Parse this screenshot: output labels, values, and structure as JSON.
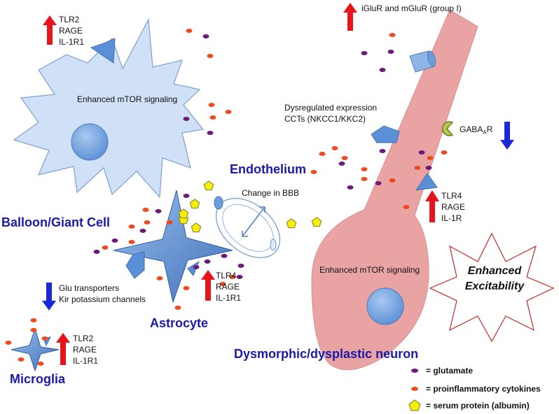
{
  "colors": {
    "glutamate": "#6b1a7a",
    "cytokine": "#ee4a1e",
    "albumin": "#f4f000",
    "cell_fill": "#cfe0f7",
    "cell_stroke": "#7da0cf",
    "neuron": "#e9a3a3",
    "title_blue": "#1a1aa6",
    "up_arrow": "#e8141b",
    "down_arrow": "#1a28d8"
  },
  "balloon_cell": {
    "markers": [
      "TLR2",
      "RAGE",
      "IL-1R1"
    ],
    "signal": "Enhanced mTOR signaling",
    "title": "Balloon/Giant Cell"
  },
  "neuron": {
    "receptors_label": "iGluR and mGluR (group I)",
    "cct_line1": "Dysregulated expression",
    "cct_line2": "CCTs (NKCC1/KKC2)",
    "gaba_main": "GABA",
    "gaba_sub": "A",
    "gaba_tail": "R",
    "markers": [
      "TLR4",
      "RAGE",
      "IL-1R"
    ],
    "signal": "Enhanced mTOR signaling",
    "title": "Dysmorphic/dysplastic neuron"
  },
  "endothelium": {
    "title": "Endothelium",
    "bbb_label": "Change in BBB"
  },
  "astrocyte": {
    "markers": [
      "TLR4",
      "RAGE",
      "IL-1R1"
    ],
    "transporter_line1": "Glu transporters",
    "transporter_line2": "Kir potassium channels",
    "title": "Astrocyte"
  },
  "microglia": {
    "markers": [
      "TLR2",
      "RAGE",
      "IL-1R1"
    ],
    "title": "Microglia"
  },
  "excitability": {
    "line1": "Enhanced",
    "line2": "Excitability"
  },
  "legend": {
    "glutamate": "= glutamate",
    "cytokines": "= proinflammatory cytokines",
    "albumin": "= serum protein (albumin)"
  }
}
